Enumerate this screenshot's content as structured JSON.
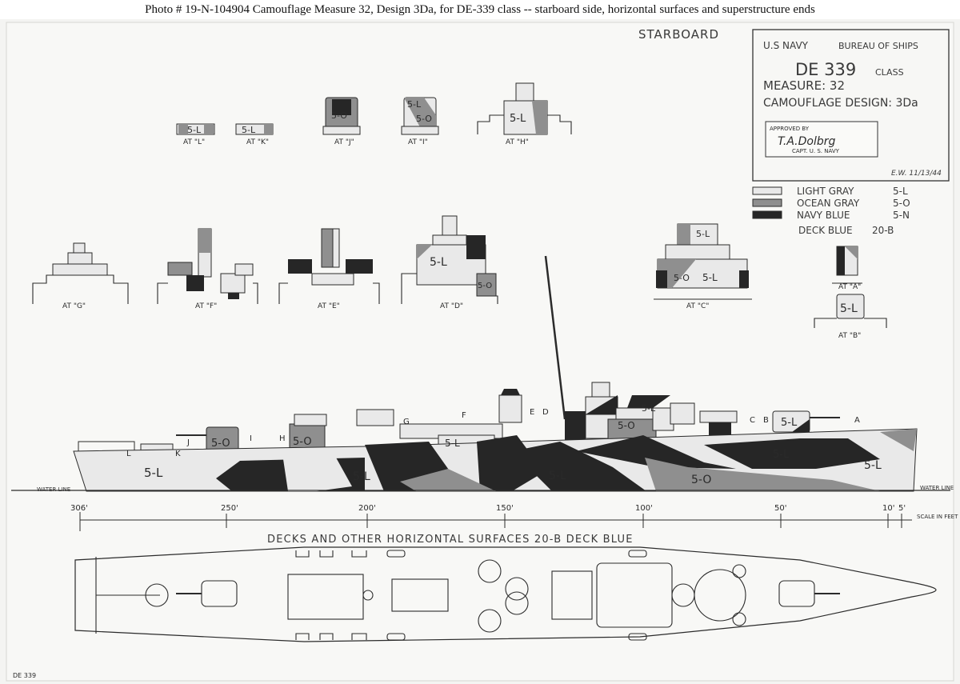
{
  "caption": "Photo #  19-N-104904    Camouflage Measure 32, Design 3Da, for DE-339 class -- starboard side, horizontal surfaces and superstructure ends",
  "drawing": {
    "side_label": "STARBOARD",
    "title_block": {
      "org_left": "U.S NAVY",
      "org_right": "BUREAU OF SHIPS",
      "ship_class_number": "DE 339",
      "ship_class_word": "CLASS",
      "measure": "MEASURE: 32",
      "design": "CAMOUFLAGE DESIGN: 3Da",
      "approved_by": "APPROVED BY",
      "signature": "T.A.Dolbrg",
      "rank": "CAPT. U. S. NAVY",
      "date_mark": "E.W. 11/13/44"
    },
    "legend": [
      {
        "name": "LIGHT GRAY",
        "code": "5-L",
        "color": "#e9e9e9"
      },
      {
        "name": "OCEAN GRAY",
        "code": "5-O",
        "color": "#8f8f8f"
      },
      {
        "name": "NAVY BLUE",
        "code": "5-N",
        "color": "#262626"
      },
      {
        "name": "DECK BLUE",
        "code": "20-B",
        "color": ""
      }
    ],
    "section_labels": {
      "L": "AT \"L\"",
      "K": "AT \"K\"",
      "J": "AT \"J\"",
      "I": "AT \"I\"",
      "H": "AT \"H\"",
      "G": "AT \"G\"",
      "F": "AT \"F\"",
      "E": "AT \"E\"",
      "D": "AT \"D\"",
      "C": "AT \"C\"",
      "A": "AT \"A\"",
      "B": "AT \"B\""
    },
    "color_codes": {
      "light": "5-L",
      "ocean": "5-O"
    },
    "markers": {
      "A": "A",
      "B": "B",
      "C": "C",
      "D": "D",
      "E": "E",
      "F": "F",
      "G": "G",
      "H": "H",
      "I": "I",
      "J": "J",
      "K": "K",
      "L": "L"
    },
    "waterline_left": "WATER LINE",
    "waterline_right": "WATER LINE",
    "scale": {
      "marks": [
        "306'",
        "250'",
        "200'",
        "150'",
        "100'",
        "50'",
        "10'",
        "5'"
      ],
      "label": "SCALE IN FEET"
    },
    "deck_title": "DECKS AND OTHER HORIZONTAL SURFACES 20-B DECK BLUE",
    "corner_note": "DE 339"
  }
}
